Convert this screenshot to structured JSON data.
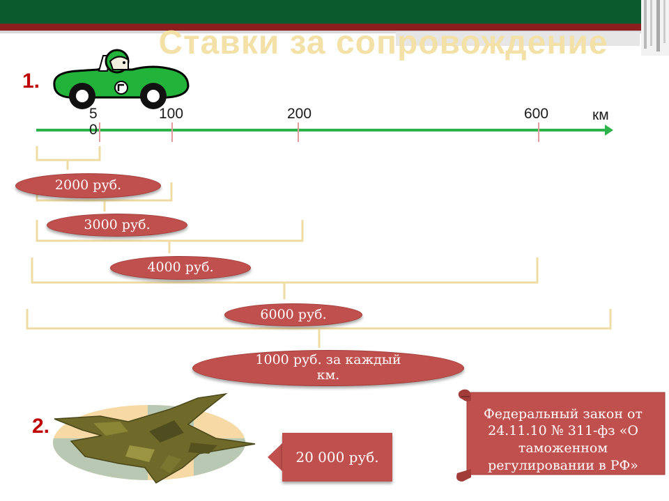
{
  "slide": {
    "title": "Ставки за сопровождение",
    "section1_label": "1.",
    "section2_label": "2."
  },
  "scale": {
    "ticks": [
      {
        "label": "5\n0"
      },
      {
        "label": "100"
      },
      {
        "label": "200"
      },
      {
        "label": "600"
      }
    ],
    "unit": "км"
  },
  "rates": [
    {
      "label": "2000 руб."
    },
    {
      "label": "3000 руб."
    },
    {
      "label": "4000 руб."
    },
    {
      "label": "6000 руб."
    },
    {
      "label": "1000 руб. за каждый км."
    }
  ],
  "air_rate": "20 000 руб.",
  "law_note": "Федеральный закон от 24.11.10 № 311-фз «О таможенном регулировании в РФ»",
  "colors": {
    "accent_red": "#c0504d",
    "axis_green": "#2eb34a",
    "header_green": "#0b5a2e",
    "header_red": "#8b1f1f"
  },
  "icons": [
    "car-icon",
    "fighter-jet-icon"
  ]
}
